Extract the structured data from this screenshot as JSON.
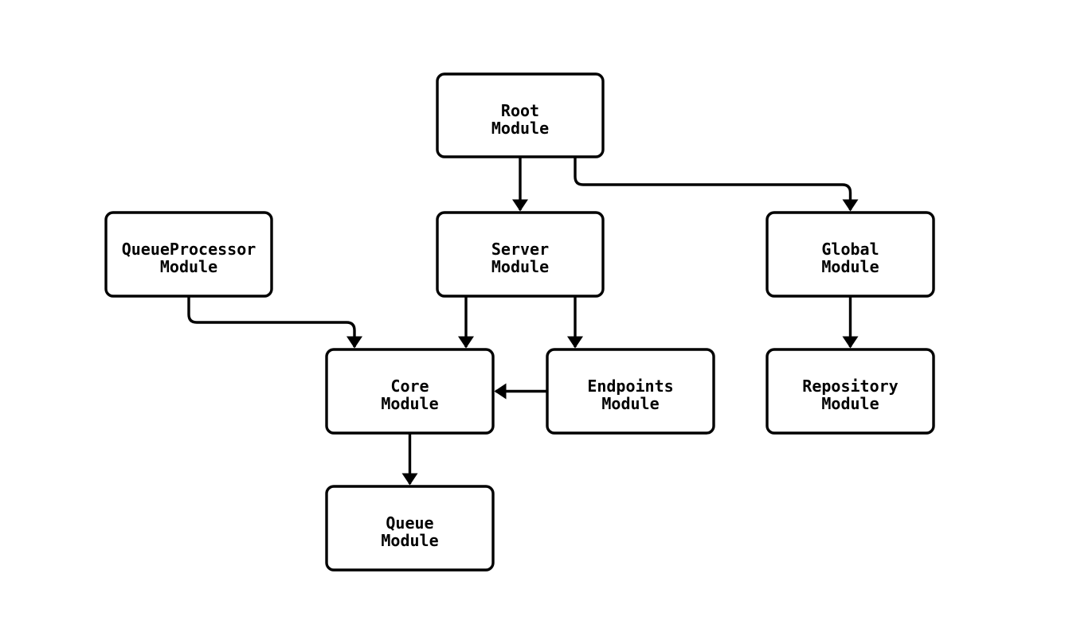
{
  "diagram": {
    "type": "module-dependency-flowchart",
    "background_color": "#ffffff",
    "line_color": "#000000",
    "node_fill": "#ffffff",
    "node_border_color": "#000000",
    "text_color": "#000000",
    "nodes": {
      "root": {
        "line1": "Root",
        "line2": "Module"
      },
      "queueprocessor": {
        "line1": "QueueProcessor",
        "line2": "Module"
      },
      "server": {
        "line1": "Server",
        "line2": "Module"
      },
      "global": {
        "line1": "Global",
        "line2": "Module"
      },
      "core": {
        "line1": "Core",
        "line2": "Module"
      },
      "endpoints": {
        "line1": "Endpoints",
        "line2": "Module"
      },
      "repository": {
        "line1": "Repository",
        "line2": "Module"
      },
      "queue": {
        "line1": "Queue",
        "line2": "Module"
      }
    },
    "edges": [
      {
        "from": "Root Module",
        "to": "Server Module"
      },
      {
        "from": "Root Module",
        "to": "Global Module"
      },
      {
        "from": "QueueProcessor Module",
        "to": "Core Module"
      },
      {
        "from": "Server Module",
        "to": "Core Module"
      },
      {
        "from": "Server Module",
        "to": "Endpoints Module"
      },
      {
        "from": "Endpoints Module",
        "to": "Core Module"
      },
      {
        "from": "Global Module",
        "to": "Repository Module"
      },
      {
        "from": "Core Module",
        "to": "Queue Module"
      }
    ]
  }
}
